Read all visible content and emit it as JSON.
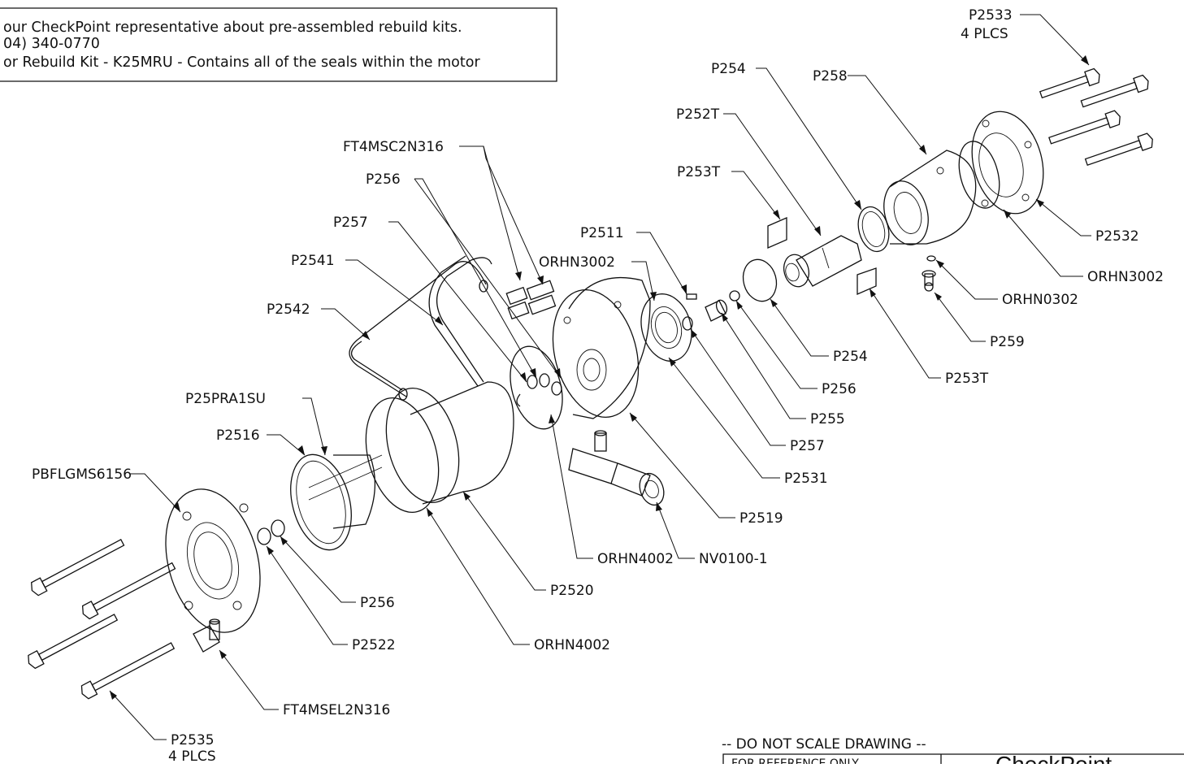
{
  "note": {
    "line1": "our CheckPoint representative about pre-assembled rebuild kits.",
    "line2": "04) 340-0770",
    "line3": "or Rebuild Kit - K25MRU - Contains all of the seals within the motor"
  },
  "callouts": {
    "p2533": "P2533",
    "p2533_qty": "4 PLCS",
    "p254_top": "P254",
    "p258": "P258",
    "p252t": "P252T",
    "p253t_top": "P253T",
    "ft4msc2n316": "FT4MSC2N316",
    "p256_top": "P256",
    "p257_top": "P257",
    "p2541": "P2541",
    "p2542": "P2542",
    "p2511": "P2511",
    "orhn3002_mid": "ORHN3002",
    "p2532": "P2532",
    "orhn3002_right": "ORHN3002",
    "orhn0302": "ORHN0302",
    "p259": "P259",
    "p254_bottom": "P254",
    "p256_mid": "P256",
    "p253t_bottom": "P253T",
    "p255": "P255",
    "p257_bottom": "P257",
    "p2531": "P2531",
    "p2519": "P2519",
    "p25pra1su": "P25PRA1SU",
    "p2516": "P2516",
    "pbflgms6156": "PBFLGMS6156",
    "orhn4002_mid": "ORHN4002",
    "nv0100": "NV0100-1",
    "p2520": "P2520",
    "p256_bottom": "P256",
    "p2522": "P2522",
    "orhn4002_bottom": "ORHN4002",
    "ft4msel2n316": "FT4MSEL2N316",
    "p2535": "P2535",
    "p2535_qty": "4 PLCS"
  },
  "title_block": {
    "do_not_scale": "-- DO  NOT  SCALE  DRAWING --",
    "reference": "FOR REFERENCE ONLY",
    "brand": "CheckPoint"
  }
}
